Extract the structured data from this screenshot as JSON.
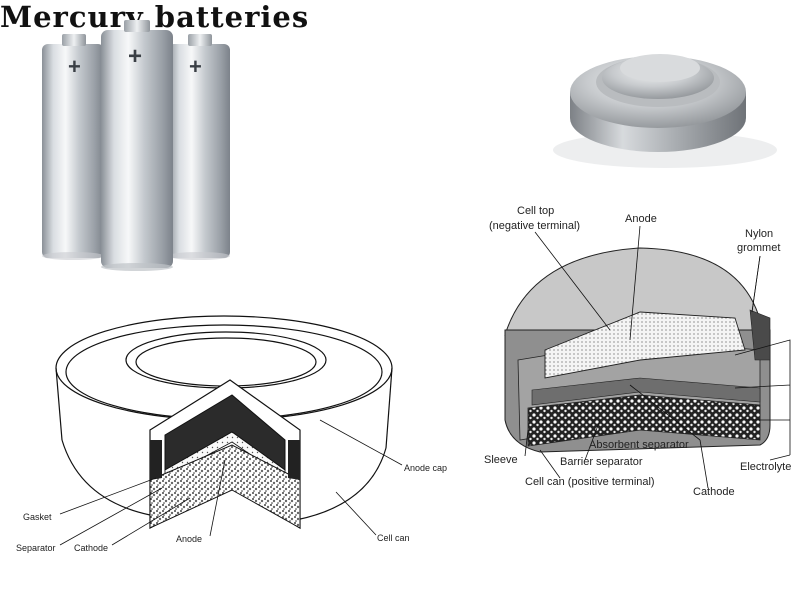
{
  "title": "Mercury batteries",
  "cylinder_batteries": {
    "terminal_symbol": "+"
  },
  "left_diagram": {
    "labels": {
      "anode_cap": "Anode cap",
      "cell_can": "Cell can",
      "gasket": "Gasket",
      "separator": "Separator",
      "cathode": "Cathode",
      "anode": "Anode"
    }
  },
  "right_diagram": {
    "labels": {
      "cell_top": "Cell top",
      "negative_terminal": "(negative terminal)",
      "anode": "Anode",
      "nylon": "Nylon",
      "grommet": "grommet",
      "absorbent_separator": "Absorbent separator",
      "sleeve": "Sleeve",
      "barrier_separator": "Barrier separator",
      "electrolyte": "Electrolyte",
      "cell_can": "Cell can (positive terminal)",
      "cathode": "Cathode"
    }
  }
}
